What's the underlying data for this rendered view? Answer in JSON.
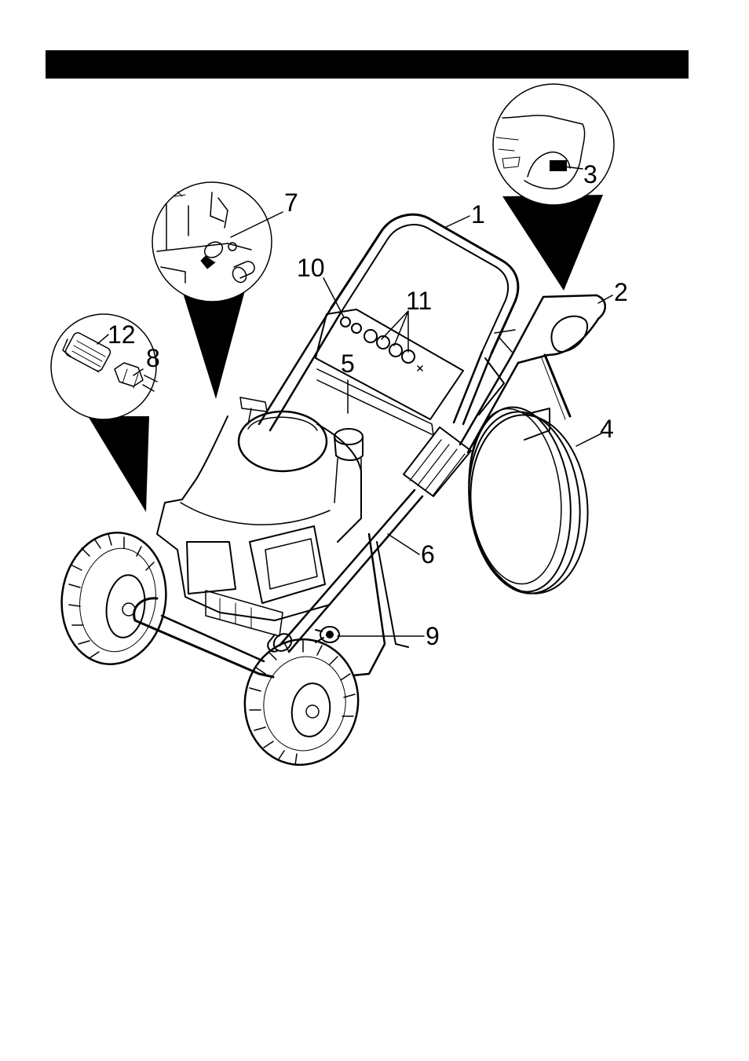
{
  "header": {
    "bar_color": "#000000"
  },
  "figure": {
    "subject": "pressure-washer",
    "line_color": "#000000",
    "callouts": [
      {
        "id": "1",
        "label": "1"
      },
      {
        "id": "2",
        "label": "2"
      },
      {
        "id": "3",
        "label": "3"
      },
      {
        "id": "4",
        "label": "4"
      },
      {
        "id": "5",
        "label": "5"
      },
      {
        "id": "6",
        "label": "6"
      },
      {
        "id": "7",
        "label": "7"
      },
      {
        "id": "8",
        "label": "8"
      },
      {
        "id": "9",
        "label": "9"
      },
      {
        "id": "10",
        "label": "10"
      },
      {
        "id": "11",
        "label": "11"
      },
      {
        "id": "12",
        "label": "12"
      }
    ]
  }
}
